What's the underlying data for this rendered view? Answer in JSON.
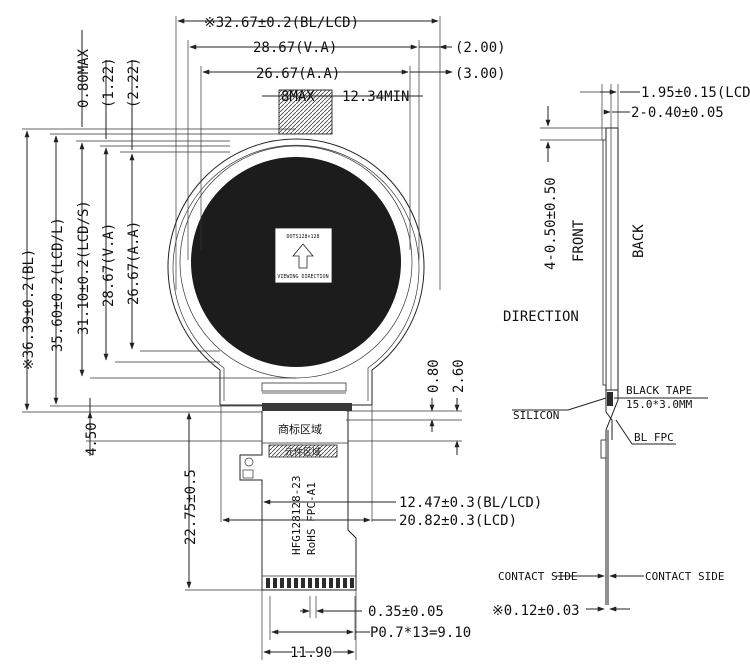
{
  "front_view": {
    "dims_top": [
      "※32.67±0.2(BL/LCD)",
      "28.67(V.A)",
      "(2.00)",
      "26.67(A.A)",
      "(3.00)",
      "8MAX",
      "12.34MIN"
    ],
    "dims_left": [
      "※36.39±0.2(BL)",
      "35.60±0.2(LCD/L)",
      "31.10±0.2(LCD/S)",
      "28.67(V.A)",
      "26.67(A.A)",
      "0.80MAX",
      "(1.22)",
      "(2.22)",
      "4.50",
      "22.75±0.5"
    ],
    "dims_right": [
      "0.80",
      "2.60"
    ],
    "dims_bottom": [
      "12.47±0.3(BL/LCD)",
      "20.82±0.3(LCD)",
      "0.35±0.05",
      "P0.7*13=9.10",
      "11.90"
    ],
    "panel_label": {
      "model": "DOTS128×128",
      "viewing": "VIEWING DIRECTION"
    },
    "fpc_text": [
      "商标区域",
      "元件区域",
      "HFG128128-23",
      "RoHS FPC-A1"
    ]
  },
  "side_view": {
    "dims": [
      "1.95±0.15(LCD)",
      "2-0.40±0.05",
      "4-0.50±0.50",
      "※0.12±0.03"
    ],
    "labels": {
      "front": "FRONT",
      "back": "BACK",
      "direction": "DIRECTION",
      "black_tape": "BLACK TAPE",
      "tape_size": "15.0*3.0MM",
      "silicon": "SILICON",
      "bl_fpc": "BL FPC",
      "contact_left": "CONTACT SIDE",
      "contact_right": "CONTACT SIDE"
    }
  }
}
